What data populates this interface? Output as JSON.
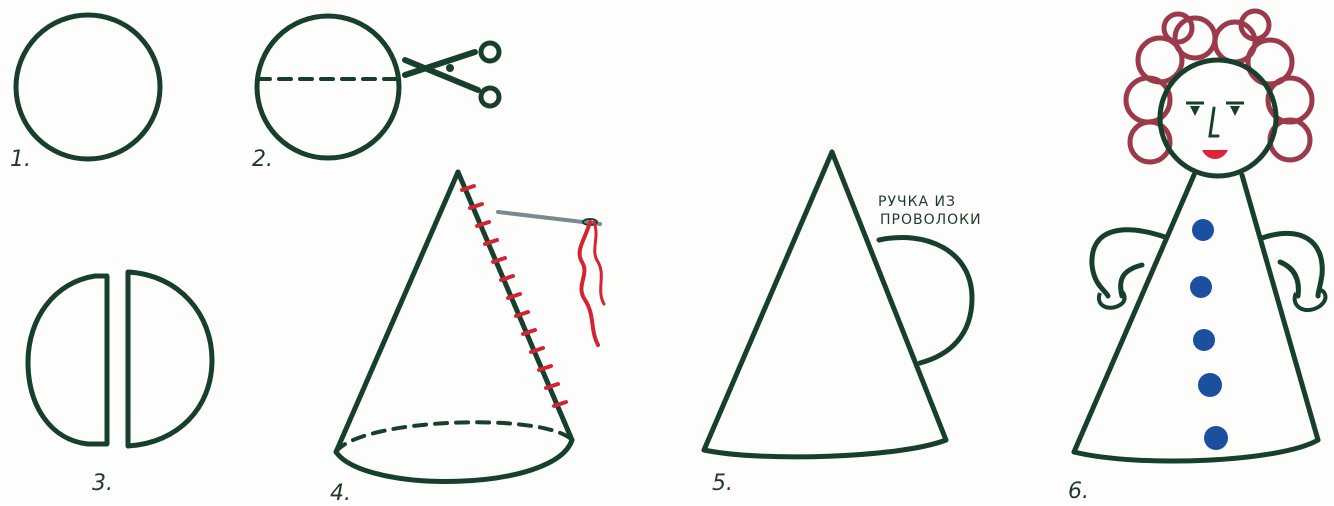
{
  "steps": [
    {
      "label": "1."
    },
    {
      "label": "2."
    },
    {
      "label": "3."
    },
    {
      "label": "4."
    },
    {
      "label": "5."
    },
    {
      "label": "6."
    }
  ],
  "handle_note": {
    "line1": "РУЧКА ИЗ",
    "line2": "ПРОВОЛОКИ"
  },
  "colors": {
    "outline": "#17402c",
    "thread": "#d42434",
    "hair": "#9b3a4a",
    "buttons": "#1d4fa0",
    "mouth": "#e0213a"
  },
  "icons": [
    "scissors-icon",
    "needle-icon"
  ]
}
